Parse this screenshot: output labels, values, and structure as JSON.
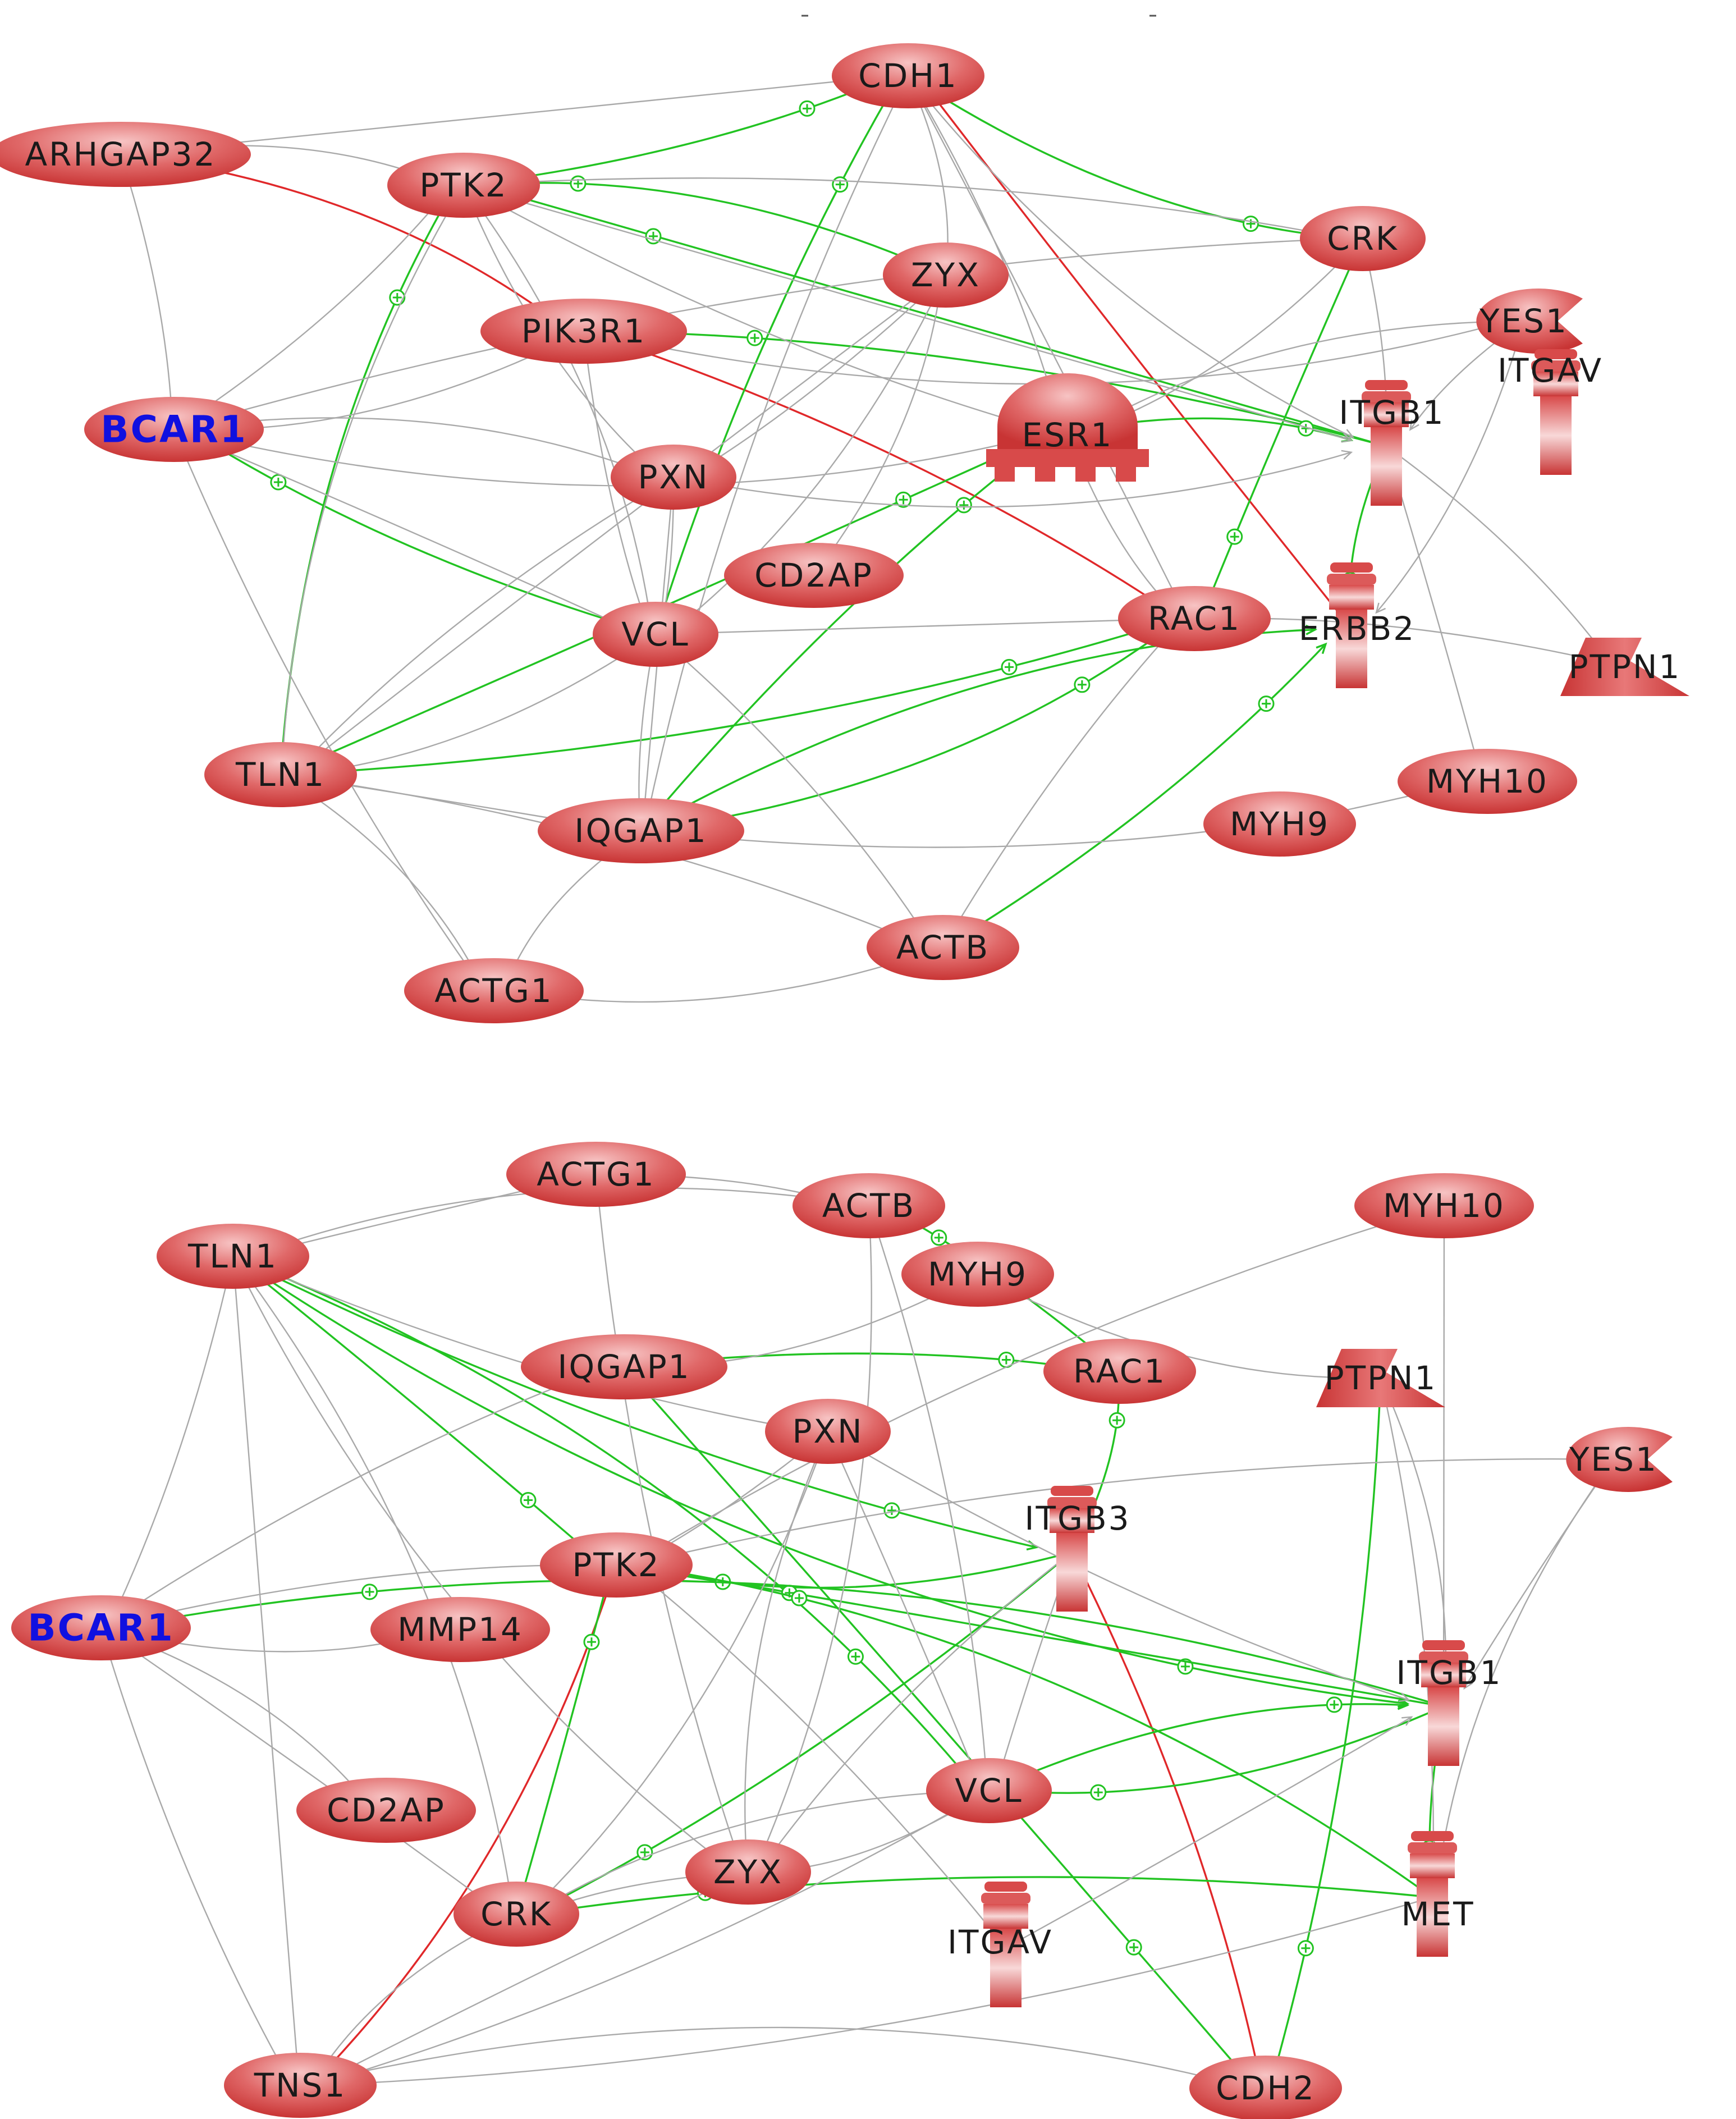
{
  "colors": {
    "node_fill": "#d84a4a",
    "node_fill_light": "#f7c4c4",
    "edge_neutral": "#a9a9a9",
    "edge_activation": "#22c322",
    "edge_inhibition": "#e0282a",
    "highlight_label": "#1010e0"
  },
  "networks": [
    {
      "nodes": [
        {
          "id": "CDH1",
          "label": "CDH1",
          "shape": "ellipse"
        },
        {
          "id": "ARHGAP32",
          "label": "ARHGAP32",
          "shape": "ellipse"
        },
        {
          "id": "PTK2",
          "label": "PTK2",
          "shape": "ellipse"
        },
        {
          "id": "CRK",
          "label": "CRK",
          "shape": "ellipse"
        },
        {
          "id": "ZYX",
          "label": "ZYX",
          "shape": "ellipse"
        },
        {
          "id": "PIK3R1",
          "label": "PIK3R1",
          "shape": "ellipse"
        },
        {
          "id": "YES1",
          "label": "YES1",
          "shape": "cut-ellipse"
        },
        {
          "id": "ITGAV",
          "label": "ITGAV",
          "shape": "receptor"
        },
        {
          "id": "BCAR1",
          "label": "BCAR1",
          "shape": "ellipse",
          "highlight": true
        },
        {
          "id": "ESR1",
          "label": "ESR1",
          "shape": "nuclear-receptor"
        },
        {
          "id": "ITGB1",
          "label": "ITGB1",
          "shape": "receptor"
        },
        {
          "id": "PXN",
          "label": "PXN",
          "shape": "ellipse"
        },
        {
          "id": "CD2AP",
          "label": "CD2AP",
          "shape": "ellipse"
        },
        {
          "id": "VCL",
          "label": "VCL",
          "shape": "ellipse"
        },
        {
          "id": "RAC1",
          "label": "RAC1",
          "shape": "ellipse"
        },
        {
          "id": "ERBB2",
          "label": "ERBB2",
          "shape": "receptor"
        },
        {
          "id": "PTPN1",
          "label": "PTPN1",
          "shape": "trapezoid"
        },
        {
          "id": "TLN1",
          "label": "TLN1",
          "shape": "ellipse"
        },
        {
          "id": "MYH10",
          "label": "MYH10",
          "shape": "ellipse"
        },
        {
          "id": "IQGAP1",
          "label": "IQGAP1",
          "shape": "ellipse"
        },
        {
          "id": "MYH9",
          "label": "MYH9",
          "shape": "ellipse"
        },
        {
          "id": "ACTB",
          "label": "ACTB",
          "shape": "ellipse"
        },
        {
          "id": "ACTG1",
          "label": "ACTG1",
          "shape": "ellipse"
        }
      ],
      "edges": [
        {
          "from": "ARHGAP32",
          "to": "PIK3R1",
          "type": "inhibition"
        },
        {
          "from": "PIK3R1",
          "to": "RAC1",
          "type": "inhibition"
        },
        {
          "from": "ERBB2",
          "to": "CDH1",
          "type": "inhibition"
        },
        {
          "from": "PTK2",
          "to": "CDH1",
          "type": "activation"
        },
        {
          "from": "CDH1",
          "to": "CRK",
          "type": "activation"
        },
        {
          "from": "TLN1",
          "to": "PTK2",
          "type": "activation"
        },
        {
          "from": "VCL",
          "to": "CDH1",
          "type": "activation"
        },
        {
          "from": "ITGB1",
          "to": "PTK2",
          "type": "activation"
        },
        {
          "from": "ITGB1",
          "to": "PIK3R1",
          "type": "activation"
        },
        {
          "from": "ITGB1",
          "to": "ERBB2",
          "type": "activation"
        },
        {
          "from": "ESR1",
          "to": "ITGB1",
          "type": "activation"
        },
        {
          "from": "VCL",
          "to": "BCAR1",
          "type": "activation"
        },
        {
          "from": "TLN1",
          "to": "ESR1",
          "type": "activation"
        },
        {
          "from": "TLN1",
          "to": "RAC1",
          "type": "activation"
        },
        {
          "from": "IQGAP1",
          "to": "RAC1",
          "type": "activation"
        },
        {
          "from": "IQGAP1",
          "to": "ERBB2",
          "type": "activation"
        },
        {
          "from": "IQGAP1",
          "to": "ESR1",
          "type": "activation"
        },
        {
          "from": "CRK",
          "to": "RAC1",
          "type": "activation"
        },
        {
          "from": "ACTB",
          "to": "ERBB2",
          "type": "activation"
        },
        {
          "from": "ZYX",
          "to": "PTK2",
          "type": "activation"
        },
        {
          "from": "ARHGAP32",
          "to": "PTK2",
          "type": "neutral"
        },
        {
          "from": "ARHGAP32",
          "to": "BCAR1",
          "type": "neutral"
        },
        {
          "from": "ARHGAP32",
          "to": "CDH1",
          "type": "neutral"
        },
        {
          "from": "BCAR1",
          "to": "PTK2",
          "type": "neutral"
        },
        {
          "from": "BCAR1",
          "to": "ESR1",
          "type": "neutral"
        },
        {
          "from": "BCAR1",
          "to": "PXN",
          "type": "neutral"
        },
        {
          "from": "BCAR1",
          "to": "CRK",
          "type": "neutral"
        },
        {
          "from": "BCAR1",
          "to": "VCL",
          "type": "neutral"
        },
        {
          "from": "BCAR1",
          "to": "ACTG1",
          "type": "neutral"
        },
        {
          "from": "PTK2",
          "to": "PXN",
          "type": "neutral"
        },
        {
          "from": "PTK2",
          "to": "VCL",
          "type": "neutral"
        },
        {
          "from": "PTK2",
          "to": "CRK",
          "type": "neutral"
        },
        {
          "from": "PTK2",
          "to": "ITGB1",
          "type": "neutral"
        },
        {
          "from": "PTK2",
          "to": "ESR1",
          "type": "neutral"
        },
        {
          "from": "PTK2",
          "to": "TLN1",
          "type": "neutral"
        },
        {
          "from": "CDH1",
          "to": "ZYX",
          "type": "neutral"
        },
        {
          "from": "CDH1",
          "to": "ESR1",
          "type": "neutral"
        },
        {
          "from": "CDH1",
          "to": "RAC1",
          "type": "neutral"
        },
        {
          "from": "CDH1",
          "to": "IQGAP1",
          "type": "neutral"
        },
        {
          "from": "CDH1",
          "to": "ITGB1",
          "type": "neutral"
        },
        {
          "from": "ZYX",
          "to": "VCL",
          "type": "neutral"
        },
        {
          "from": "ZYX",
          "to": "PXN",
          "type": "neutral"
        },
        {
          "from": "ZYX",
          "to": "TLN1",
          "type": "neutral"
        },
        {
          "from": "PIK3R1",
          "to": "VCL",
          "type": "neutral"
        },
        {
          "from": "PIK3R1",
          "to": "YES1",
          "type": "neutral"
        },
        {
          "from": "PIK3R1",
          "to": "BCAR1",
          "type": "neutral"
        },
        {
          "from": "PXN",
          "to": "VCL",
          "type": "neutral"
        },
        {
          "from": "PXN",
          "to": "IQGAP1",
          "type": "neutral"
        },
        {
          "from": "PXN",
          "to": "TLN1",
          "type": "neutral"
        },
        {
          "from": "PXN",
          "to": "ITGB1",
          "type": "neutral"
        },
        {
          "from": "VCL",
          "to": "TLN1",
          "type": "neutral"
        },
        {
          "from": "VCL",
          "to": "ACTB",
          "type": "neutral"
        },
        {
          "from": "VCL",
          "to": "RAC1",
          "type": "neutral"
        },
        {
          "from": "VCL",
          "to": "IQGAP1",
          "type": "neutral"
        },
        {
          "from": "CD2AP",
          "to": "ZYX",
          "type": "neutral"
        },
        {
          "from": "TLN1",
          "to": "ACTG1",
          "type": "neutral"
        },
        {
          "from": "TLN1",
          "to": "ACTB",
          "type": "neutral"
        },
        {
          "from": "TLN1",
          "to": "IQGAP1",
          "type": "neutral"
        },
        {
          "from": "IQGAP1",
          "to": "MYH9",
          "type": "neutral"
        },
        {
          "from": "IQGAP1",
          "to": "ACTG1",
          "type": "neutral"
        },
        {
          "from": "ACTB",
          "to": "ACTG1",
          "type": "neutral"
        },
        {
          "from": "ACTB",
          "to": "RAC1",
          "type": "neutral"
        },
        {
          "from": "MYH9",
          "to": "MYH10",
          "type": "neutral"
        },
        {
          "from": "YES1",
          "to": "ITGB1",
          "type": "neutral"
        },
        {
          "from": "YES1",
          "to": "ESR1",
          "type": "neutral"
        },
        {
          "from": "YES1",
          "to": "ERBB2",
          "type": "neutral"
        },
        {
          "from": "ITGB1",
          "to": "PTPN1",
          "type": "neutral"
        },
        {
          "from": "ITGB1",
          "to": "MYH10",
          "type": "neutral"
        },
        {
          "from": "PTPN1",
          "to": "RAC1",
          "type": "neutral"
        },
        {
          "from": "ESR1",
          "to": "RAC1",
          "type": "neutral"
        },
        {
          "from": "CRK",
          "to": "ESR1",
          "type": "neutral"
        },
        {
          "from": "CRK",
          "to": "ITGB1",
          "type": "neutral"
        }
      ]
    },
    {
      "nodes": [
        {
          "id": "ACTG1",
          "label": "ACTG1",
          "shape": "ellipse"
        },
        {
          "id": "ACTB",
          "label": "ACTB",
          "shape": "ellipse"
        },
        {
          "id": "MYH10",
          "label": "MYH10",
          "shape": "ellipse"
        },
        {
          "id": "TLN1",
          "label": "TLN1",
          "shape": "ellipse"
        },
        {
          "id": "MYH9",
          "label": "MYH9",
          "shape": "ellipse"
        },
        {
          "id": "IQGAP1",
          "label": "IQGAP1",
          "shape": "ellipse"
        },
        {
          "id": "RAC1",
          "label": "RAC1",
          "shape": "ellipse"
        },
        {
          "id": "PTPN1",
          "label": "PTPN1",
          "shape": "trapezoid"
        },
        {
          "id": "PXN",
          "label": "PXN",
          "shape": "ellipse"
        },
        {
          "id": "YES1",
          "label": "YES1",
          "shape": "cut-ellipse"
        },
        {
          "id": "ITGB3",
          "label": "ITGB3",
          "shape": "receptor"
        },
        {
          "id": "PTK2",
          "label": "PTK2",
          "shape": "ellipse"
        },
        {
          "id": "BCAR1",
          "label": "BCAR1",
          "shape": "ellipse",
          "highlight": true
        },
        {
          "id": "MMP14",
          "label": "MMP14",
          "shape": "ellipse"
        },
        {
          "id": "ITGB1",
          "label": "ITGB1",
          "shape": "receptor"
        },
        {
          "id": "CD2AP",
          "label": "CD2AP",
          "shape": "ellipse"
        },
        {
          "id": "VCL",
          "label": "VCL",
          "shape": "ellipse"
        },
        {
          "id": "ZYX",
          "label": "ZYX",
          "shape": "ellipse"
        },
        {
          "id": "MET",
          "label": "MET",
          "shape": "receptor"
        },
        {
          "id": "CRK",
          "label": "CRK",
          "shape": "ellipse"
        },
        {
          "id": "ITGAV",
          "label": "ITGAV",
          "shape": "receptor"
        },
        {
          "id": "TNS1",
          "label": "TNS1",
          "shape": "ellipse"
        },
        {
          "id": "CDH2",
          "label": "CDH2",
          "shape": "ellipse"
        }
      ],
      "edges": [
        {
          "from": "PTK2",
          "to": "TNS1",
          "type": "inhibition"
        },
        {
          "from": "ITGB3",
          "to": "CDH2",
          "type": "inhibition"
        },
        {
          "from": "TLN1",
          "to": "PTK2",
          "type": "activation"
        },
        {
          "from": "TLN1",
          "to": "ITGB3",
          "type": "activation"
        },
        {
          "from": "TLN1",
          "to": "ITGB1",
          "type": "activation"
        },
        {
          "from": "TLN1",
          "to": "VCL",
          "type": "activation"
        },
        {
          "from": "IQGAP1",
          "to": "RAC1",
          "type": "activation"
        },
        {
          "from": "IQGAP1",
          "to": "CDH2",
          "type": "activation"
        },
        {
          "from": "RAC1",
          "to": "ACTB",
          "type": "activation"
        },
        {
          "from": "ITGB3",
          "to": "RAC1",
          "type": "activation"
        },
        {
          "from": "ITGB3",
          "to": "PTK2",
          "type": "activation"
        },
        {
          "from": "ITGB3",
          "to": "CRK",
          "type": "activation"
        },
        {
          "from": "ITGB1",
          "to": "PTK2",
          "type": "activation"
        },
        {
          "from": "ITGB1",
          "to": "MET",
          "type": "activation"
        },
        {
          "from": "ITGB1",
          "to": "BCAR1",
          "type": "activation"
        },
        {
          "from": "ITGB1",
          "to": "VCL",
          "type": "activation"
        },
        {
          "from": "PTPN1",
          "to": "CDH2",
          "type": "activation"
        },
        {
          "from": "CRK",
          "to": "PTK2",
          "type": "activation"
        },
        {
          "from": "MET",
          "to": "CRK",
          "type": "activation"
        },
        {
          "from": "MET",
          "to": "PTK2",
          "type": "activation"
        },
        {
          "from": "VCL",
          "to": "ITGB1",
          "type": "activation"
        },
        {
          "from": "ACTG1",
          "to": "ACTB",
          "type": "neutral"
        },
        {
          "from": "ACTG1",
          "to": "TLN1",
          "type": "neutral"
        },
        {
          "from": "ACTG1",
          "to": "ZYX",
          "type": "neutral"
        },
        {
          "from": "ACTB",
          "to": "TLN1",
          "type": "neutral"
        },
        {
          "from": "ACTB",
          "to": "ZYX",
          "type": "neutral"
        },
        {
          "from": "ACTB",
          "to": "VCL",
          "type": "neutral"
        },
        {
          "from": "MYH10",
          "to": "ITGB1",
          "type": "neutral"
        },
        {
          "from": "MYH10",
          "to": "PTK2",
          "type": "neutral"
        },
        {
          "from": "MYH9",
          "to": "PTPN1",
          "type": "neutral"
        },
        {
          "from": "MYH9",
          "to": "IQGAP1",
          "type": "neutral"
        },
        {
          "from": "TLN1",
          "to": "BCAR1",
          "type": "neutral"
        },
        {
          "from": "TLN1",
          "to": "TNS1",
          "type": "neutral"
        },
        {
          "from": "TLN1",
          "to": "PXN",
          "type": "neutral"
        },
        {
          "from": "TLN1",
          "to": "ZYX",
          "type": "neutral"
        },
        {
          "from": "TLN1",
          "to": "CRK",
          "type": "neutral"
        },
        {
          "from": "BCAR1",
          "to": "PTK2",
          "type": "neutral"
        },
        {
          "from": "BCAR1",
          "to": "CRK",
          "type": "neutral"
        },
        {
          "from": "BCAR1",
          "to": "TNS1",
          "type": "neutral"
        },
        {
          "from": "BCAR1",
          "to": "MMP14",
          "type": "neutral"
        },
        {
          "from": "BCAR1",
          "to": "CD2AP",
          "type": "neutral"
        },
        {
          "from": "BCAR1",
          "to": "IQGAP1",
          "type": "neutral"
        },
        {
          "from": "PXN",
          "to": "VCL",
          "type": "neutral"
        },
        {
          "from": "PXN",
          "to": "ITGB1",
          "type": "neutral"
        },
        {
          "from": "PXN",
          "to": "ZYX",
          "type": "neutral"
        },
        {
          "from": "PXN",
          "to": "CRK",
          "type": "neutral"
        },
        {
          "from": "PXN",
          "to": "PTK2",
          "type": "neutral"
        },
        {
          "from": "YES1",
          "to": "ITGB1",
          "type": "neutral"
        },
        {
          "from": "YES1",
          "to": "PTK2",
          "type": "neutral"
        },
        {
          "from": "YES1",
          "to": "MET",
          "type": "neutral"
        },
        {
          "from": "PTPN1",
          "to": "ITGB1",
          "type": "neutral"
        },
        {
          "from": "PTPN1",
          "to": "MET",
          "type": "neutral"
        },
        {
          "from": "ITGB3",
          "to": "VCL",
          "type": "neutral"
        },
        {
          "from": "ITGB3",
          "to": "ZYX",
          "type": "neutral"
        },
        {
          "from": "VCL",
          "to": "CRK",
          "type": "neutral"
        },
        {
          "from": "VCL",
          "to": "ZYX",
          "type": "neutral"
        },
        {
          "from": "VCL",
          "to": "TNS1",
          "type": "neutral"
        },
        {
          "from": "ZYX",
          "to": "TNS1",
          "type": "neutral"
        },
        {
          "from": "ZYX",
          "to": "CRK",
          "type": "neutral"
        },
        {
          "from": "CRK",
          "to": "TNS1",
          "type": "neutral"
        },
        {
          "from": "TNS1",
          "to": "CDH2",
          "type": "neutral"
        },
        {
          "from": "MET",
          "to": "TNS1",
          "type": "neutral"
        },
        {
          "from": "ITGAV",
          "to": "ITGB1",
          "type": "neutral"
        },
        {
          "from": "ITGAV",
          "to": "PTK2",
          "type": "neutral"
        }
      ]
    }
  ]
}
